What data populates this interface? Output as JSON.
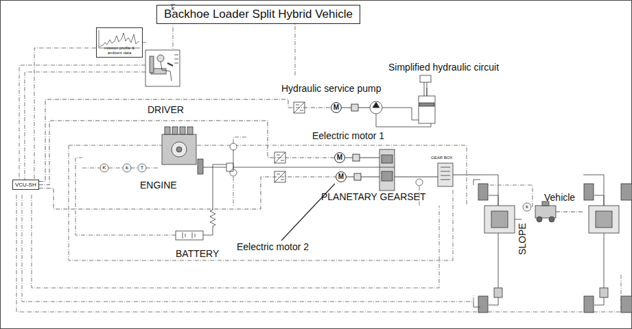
{
  "diagram": {
    "title": "Backhoe Loader Split Hybrid Vehicle",
    "nodes": [
      {
        "text": [
          "mission profile & ambient data"
        ]
      },
      {
        "text": [
          "VCU-SH"
        ]
      },
      {
        "text": [
          "M"
        ]
      },
      {
        "text": [
          "M"
        ]
      },
      {
        "text": [
          "M"
        ]
      }
    ],
    "edges": [
      {
        "from": 1,
        "to": 2,
        "arrow": "none"
      },
      {
        "from": 1,
        "to": 3,
        "arrow": "none"
      },
      {
        "from": 1,
        "to": 4,
        "arrow": "none"
      }
    ],
    "labels": [
      "DRIVER",
      "k",
      "Hydraulic service pump",
      "Simplified hydraulic circuit",
      "Eelectric motor 1",
      "ENGINE",
      "K",
      "k",
      "T",
      "Eelectric motor 2",
      "PLANETARY GEARSET",
      "BATTERY",
      "GEAR BOX",
      "Vehicle",
      "SLOPE",
      "k"
    ]
  }
}
